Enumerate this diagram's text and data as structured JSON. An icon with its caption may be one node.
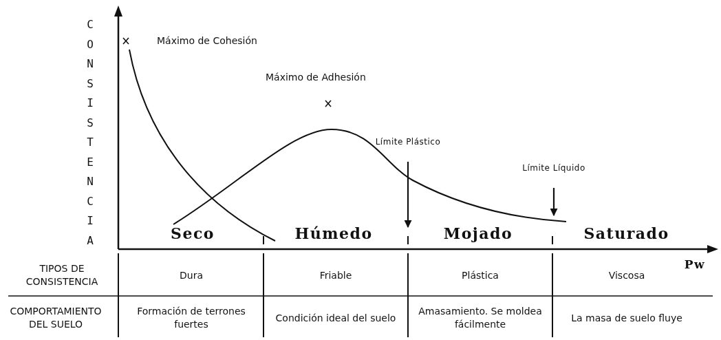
{
  "diagram": {
    "nodes": [
      {
        "text": [
          "Límite Plástico"
        ]
      },
      {
        "text": [
          "Límite Líquido"
        ]
      }
    ],
    "edges": [
      {
        "from": 0,
        "to": null,
        "arrow": "to"
      },
      {
        "from": 1,
        "to": null,
        "arrow": "to"
      }
    ],
    "labels": [
      "Máximo de Cohesión",
      "Máximo de Adhesión",
      "CONSISTENCIA",
      "Seco",
      "Húmedo",
      "Mojado",
      "Saturado",
      "Pw",
      "TIPOS DE CONSISTENCIA",
      "Dura",
      "Friable",
      "Plástica",
      "Viscosa",
      "COMPORTAMIENTO DEL SUELO",
      "Formación de terrones fuertes",
      "Condición ideal del suelo",
      "Amasamiento. Se moldea fácilmente",
      "La masa de suelo fluye"
    ]
  }
}
